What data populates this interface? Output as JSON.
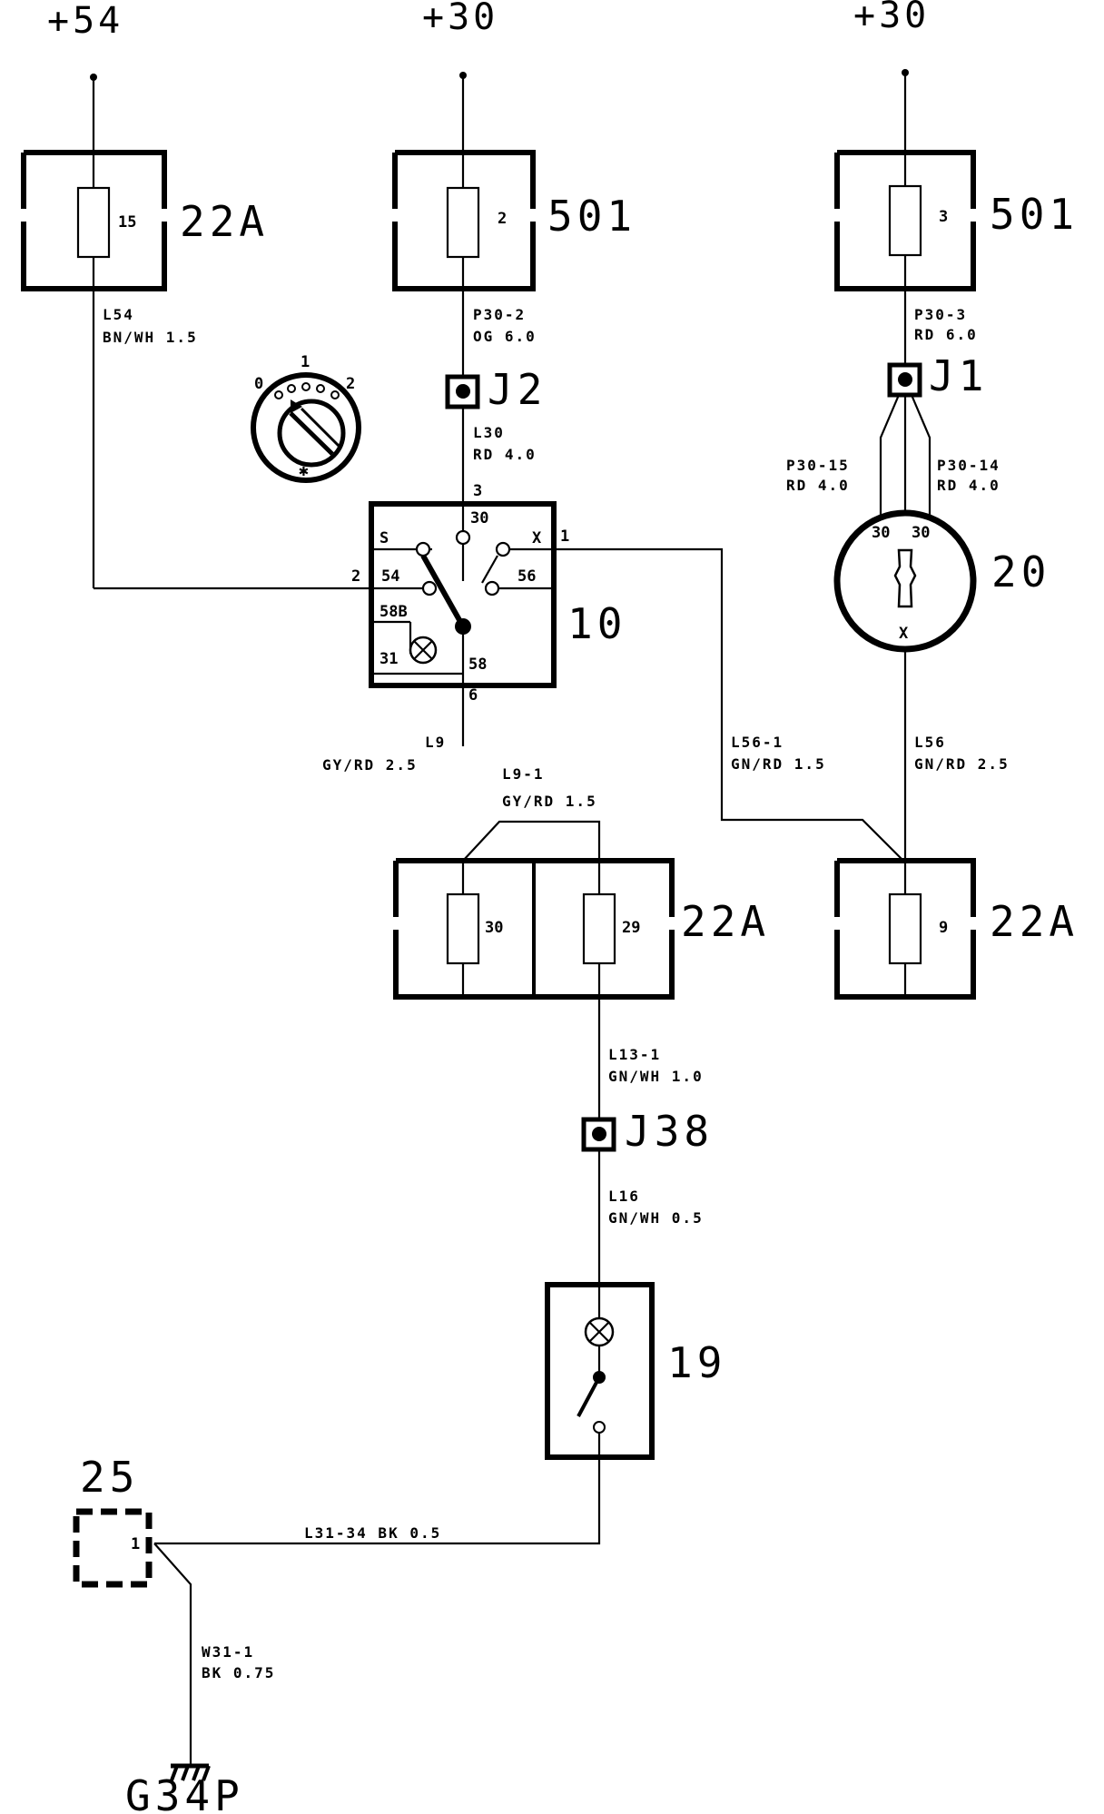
{
  "supplies": [
    "+54",
    "+30",
    "+30"
  ],
  "components": {
    "fuse_box_22a_top": {
      "fuse": "15",
      "label": "22A"
    },
    "fuse_box_501_mid": {
      "fuse": "2",
      "label": "501"
    },
    "fuse_box_501_right": {
      "fuse": "3",
      "label": "501"
    },
    "junction_j2": "J2",
    "junction_j1": "J1",
    "junction_j38": "J38",
    "ignition_switch": {
      "label": "10",
      "pins": {
        "p3": "3",
        "p30": "30",
        "s": "S",
        "x": "X",
        "p1": "1",
        "p2": "2",
        "p54": "54",
        "p56": "56",
        "p58b": "58B",
        "p31": "31",
        "p58": "58",
        "p6": "6"
      }
    },
    "switch_positions": {
      "p0": "0",
      "p1": "1",
      "p2": "2"
    },
    "lock_20": {
      "label": "20",
      "pin_a": "30",
      "pin_b": "30",
      "pin_x": "X"
    },
    "fuse_box_22a_mid": {
      "fuse_a": "30",
      "fuse_b": "29",
      "label": "22A"
    },
    "fuse_box_22a_right": {
      "fuse": "9",
      "label": "22A"
    },
    "lamp_19": {
      "label": "19"
    },
    "connector_25": {
      "label": "25",
      "pin": "1"
    },
    "ground": "G34P"
  },
  "wires": {
    "l54": {
      "name": "L54",
      "spec": "BN/WH 1.5"
    },
    "p30_2": {
      "name": "P30-2",
      "spec": "OG 6.0"
    },
    "p30_3": {
      "name": "P30-3",
      "spec": "RD 6.0"
    },
    "l30": {
      "name": "L30",
      "spec": "RD 4.0"
    },
    "p30_15": {
      "name": "P30-15",
      "spec": "RD 4.0"
    },
    "p30_14": {
      "name": "P30-14",
      "spec": "RD 4.0"
    },
    "l9": {
      "name": "L9",
      "spec": "GY/RD 2.5"
    },
    "l9_1": {
      "name": "L9-1",
      "spec": "GY/RD 1.5"
    },
    "l56_1": {
      "name": "L56-1",
      "spec": "GN/RD 1.5"
    },
    "l56": {
      "name": "L56",
      "spec": "GN/RD 2.5"
    },
    "l13_1": {
      "name": "L13-1",
      "spec": "GN/WH 1.0"
    },
    "l16": {
      "name": "L16",
      "spec": "GN/WH 0.5"
    },
    "l31_34": "L31-34  BK 0.5",
    "w31_1": {
      "name": "W31-1",
      "spec": "BK 0.75"
    }
  }
}
